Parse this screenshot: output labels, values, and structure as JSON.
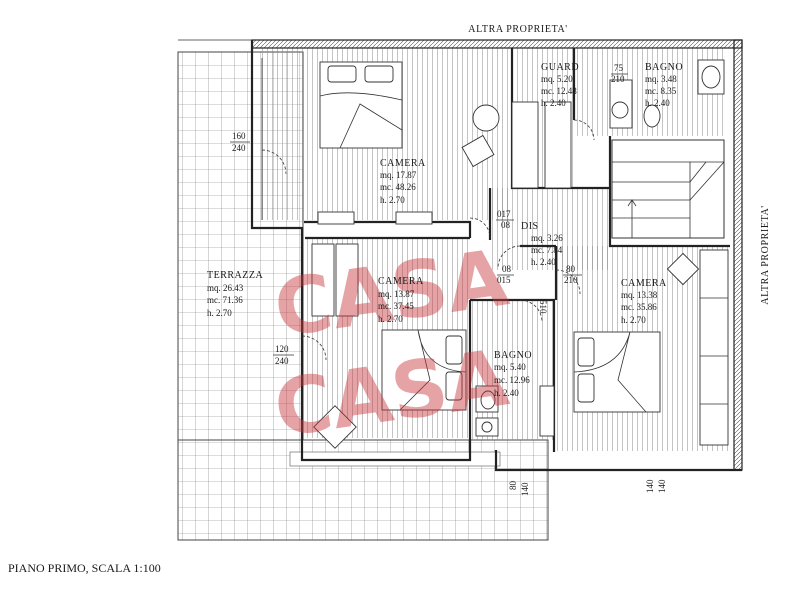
{
  "labels": {
    "top_neighbor": "ALTRA PROPRIETA'",
    "right_neighbor": "ALTRA PROPRIETA'",
    "caption": "PIANO PRIMO, SCALA 1:100"
  },
  "watermark": {
    "line1": "CASA",
    "line2": "CASA",
    "color": "#c9343a"
  },
  "rooms": {
    "guard": {
      "name": "GUARD",
      "l1": "mq. 5.20",
      "l2": "mc. 12.48",
      "l3": "h. 2.40"
    },
    "bagno_top": {
      "name": "BAGNO",
      "l1": "mq. 3.48",
      "l2": "mc. 8.35",
      "l3": "h. 2.40"
    },
    "camera_main": {
      "name": "CAMERA",
      "l1": "mq. 17.87",
      "l2": "mc. 48.26",
      "l3": "h. 2.70"
    },
    "dis": {
      "name": "DIS",
      "l1": "mq. 3.26",
      "l2": "mc. 7.84",
      "l3": "h. 2.40"
    },
    "terrazza": {
      "name": "TERRAZZA",
      "l1": "mq. 26.43",
      "l2": "mc. 71.36",
      "l3": "h. 2.70"
    },
    "camera_mid": {
      "name": "CAMERA",
      "l1": "mq. 13.87",
      "l2": "mc. 37.45",
      "l3": "h. 2.70"
    },
    "camera_right": {
      "name": "CAMERA",
      "l1": "mq. 13.38",
      "l2": "mc. 35.86",
      "l3": "h. 2.70"
    },
    "bagno_mid": {
      "name": "BAGNO",
      "l1": "mq. 5.40",
      "l2": "mc. 12.96",
      "l3": "h. 2.40"
    }
  },
  "dims": {
    "d160": "160",
    "d240a": "240",
    "d120": "120",
    "d240b": "240",
    "d75": "75",
    "d210a": "210",
    "d017": "017",
    "d08a": "08",
    "d08b": "08",
    "d015": "015",
    "d80": "80",
    "d210b": "210",
    "d510": "510",
    "d80b": "80",
    "d140a": "140",
    "d140b": "140",
    "d140c": "140"
  }
}
